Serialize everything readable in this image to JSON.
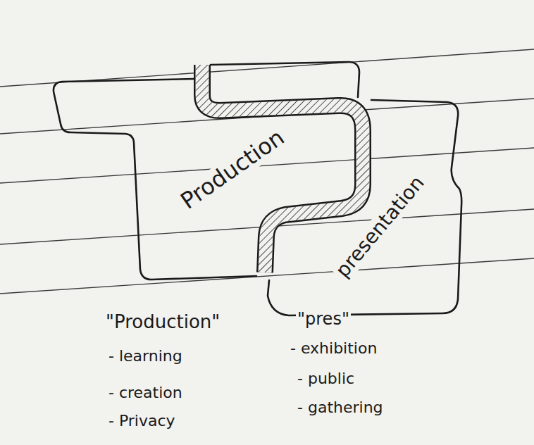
{
  "diagram": {
    "nodes": [
      {
        "text": [
          "Production"
        ]
      },
      {
        "text": [
          "presentation"
        ]
      }
    ],
    "labels": [
      "\"Production\"",
      "- learning",
      "- creation",
      "- Privacy",
      "\"pres\"",
      "- exhibition",
      "- public",
      "- gathering"
    ]
  }
}
